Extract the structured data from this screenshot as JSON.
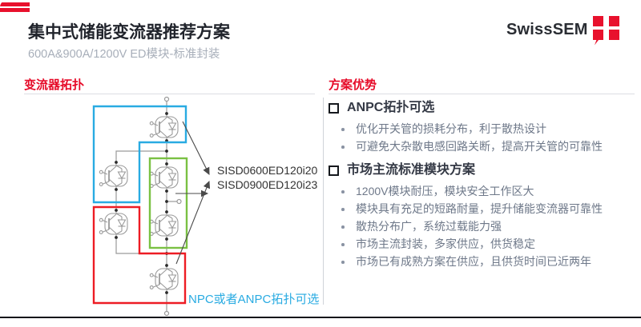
{
  "slide": {
    "title": "集中式储能变流器推荐方案",
    "subtitle": "600A&900A/1200V ED模块-标准封装"
  },
  "logo": {
    "text": "SwissSEM",
    "brand_red": "#e8112d"
  },
  "topology": {
    "heading": "变流器拓扑",
    "module_labels": [
      "SISD0600ED120i20",
      "SISD0900ED120i23"
    ],
    "note": "NPC或者ANPC拓扑可选",
    "outline_colors": {
      "blue_group": "#29abe2",
      "green_group": "#7ac143",
      "red_group": "#ed1c24"
    }
  },
  "advantages": {
    "heading": "方案优势",
    "groups": [
      {
        "title": "ANPC拓扑可选",
        "items": [
          "优化开关管的损耗分布，利于散热设计",
          "可避免大杂散电感回路关断，提高开关管的可靠性"
        ]
      },
      {
        "title": "市场主流标准模块方案",
        "items": [
          "1200V模块耐压，模块安全工作区大",
          "模块具有充足的短路耐量，提升储能变流器可靠性",
          "散热分布广，系统过载能力强",
          "市场主流封装，多家供应，供货稳定",
          "市场已有成熟方案在供应，且供货时间已近两年"
        ]
      }
    ]
  },
  "colors": {
    "accent_red": "#e8112d",
    "heading_red": "#e60a28",
    "title_text": "#21242c",
    "subtitle_text": "#a7aeb9",
    "body_text": "#6e7889",
    "note_blue": "#29abe2"
  }
}
